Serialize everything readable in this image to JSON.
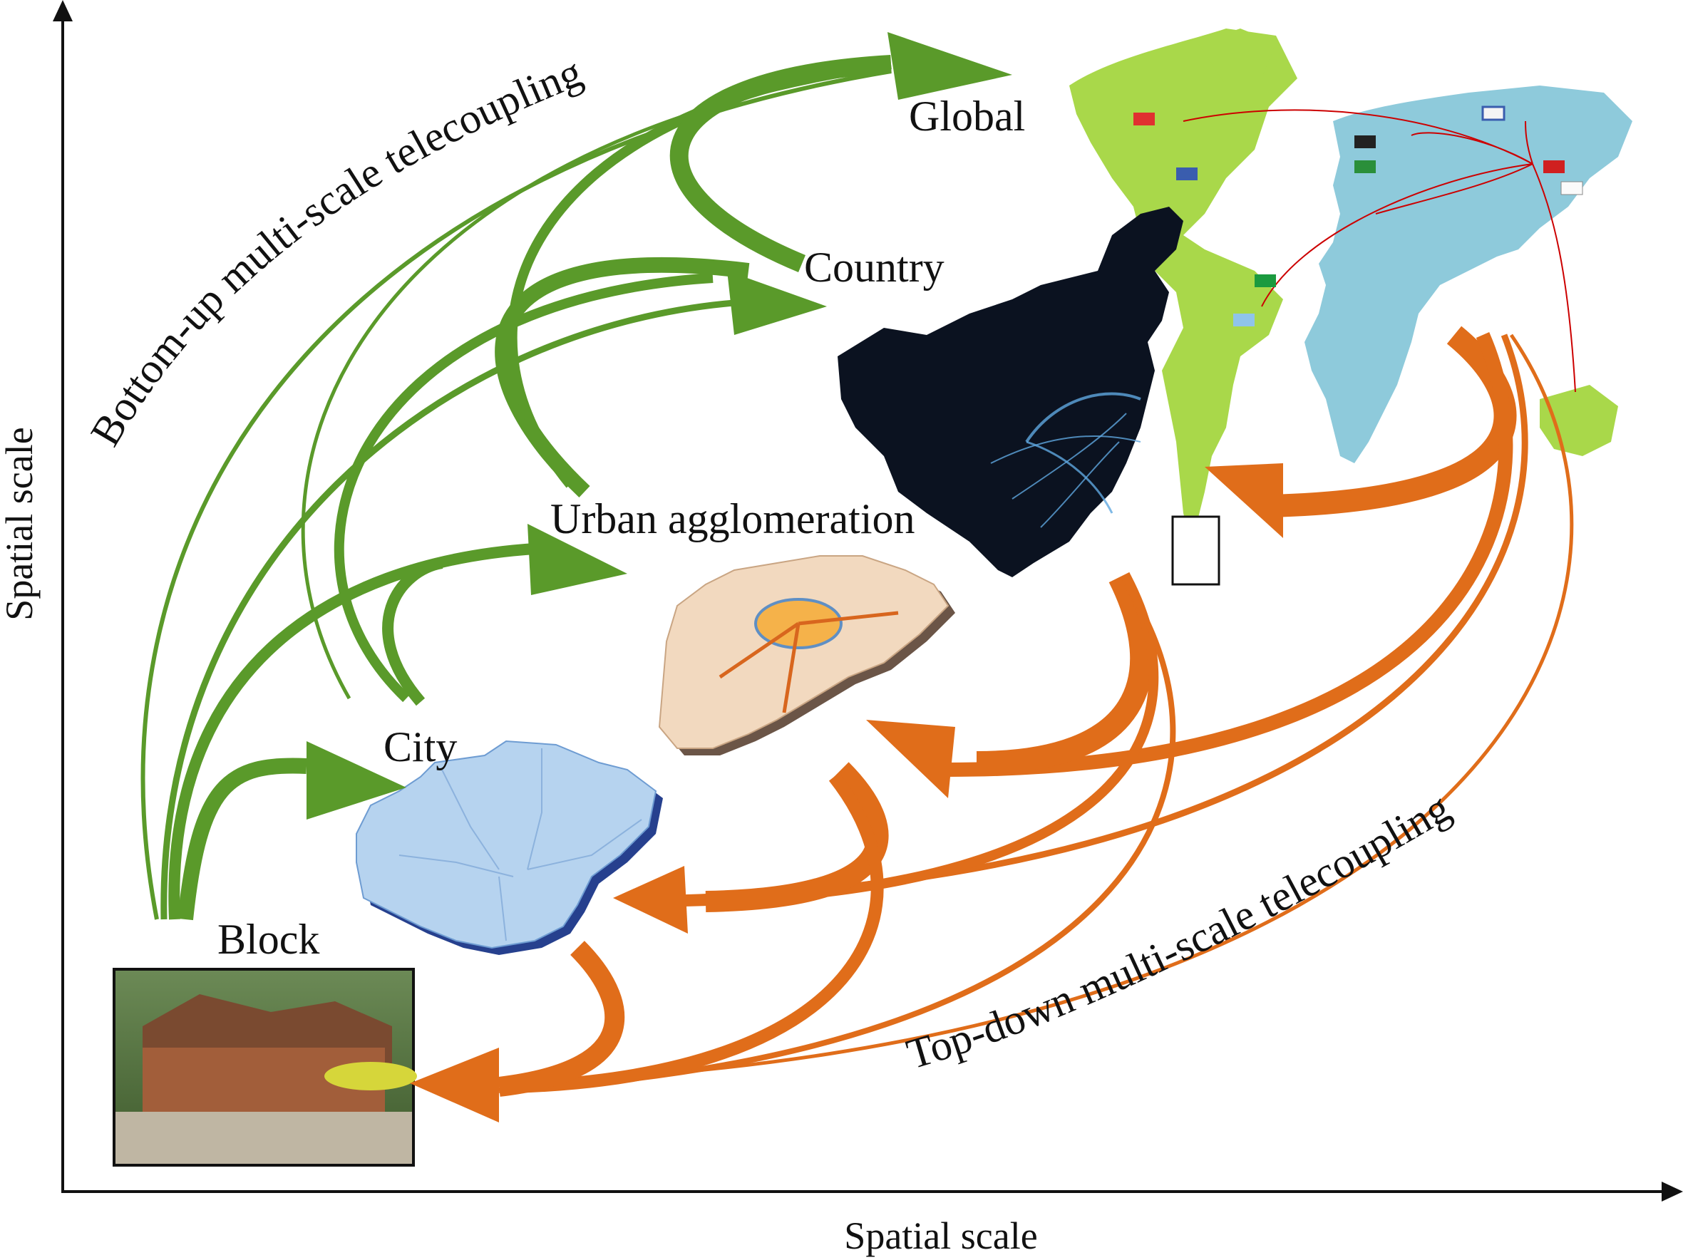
{
  "axes": {
    "x_label": "Spatial scale",
    "y_label": "Spatial scale"
  },
  "scales": {
    "global": "Global",
    "country": "Country",
    "urban": "Urban agglomeration",
    "city": "City",
    "block": "Block"
  },
  "flows": {
    "bottom_up": "Bottom-up multi-scale telecoupling",
    "top_down": "Top-down multi-scale telecoupling"
  },
  "colors": {
    "bottom_up": "#5a9a2a",
    "top_down": "#e06d1a",
    "world_america": "#a9d84a",
    "world_eurasia": "#8ecadb",
    "china_night": "#0b1220",
    "urban_map": "#f2d9bf",
    "beijing_map": "#b6d3ef"
  },
  "icons": {
    "global": "world-map-icon",
    "country": "china-night-map-icon",
    "urban": "jingjinji-region-map-icon",
    "city": "beijing-districts-map-icon",
    "block": "street-photo-icon"
  }
}
